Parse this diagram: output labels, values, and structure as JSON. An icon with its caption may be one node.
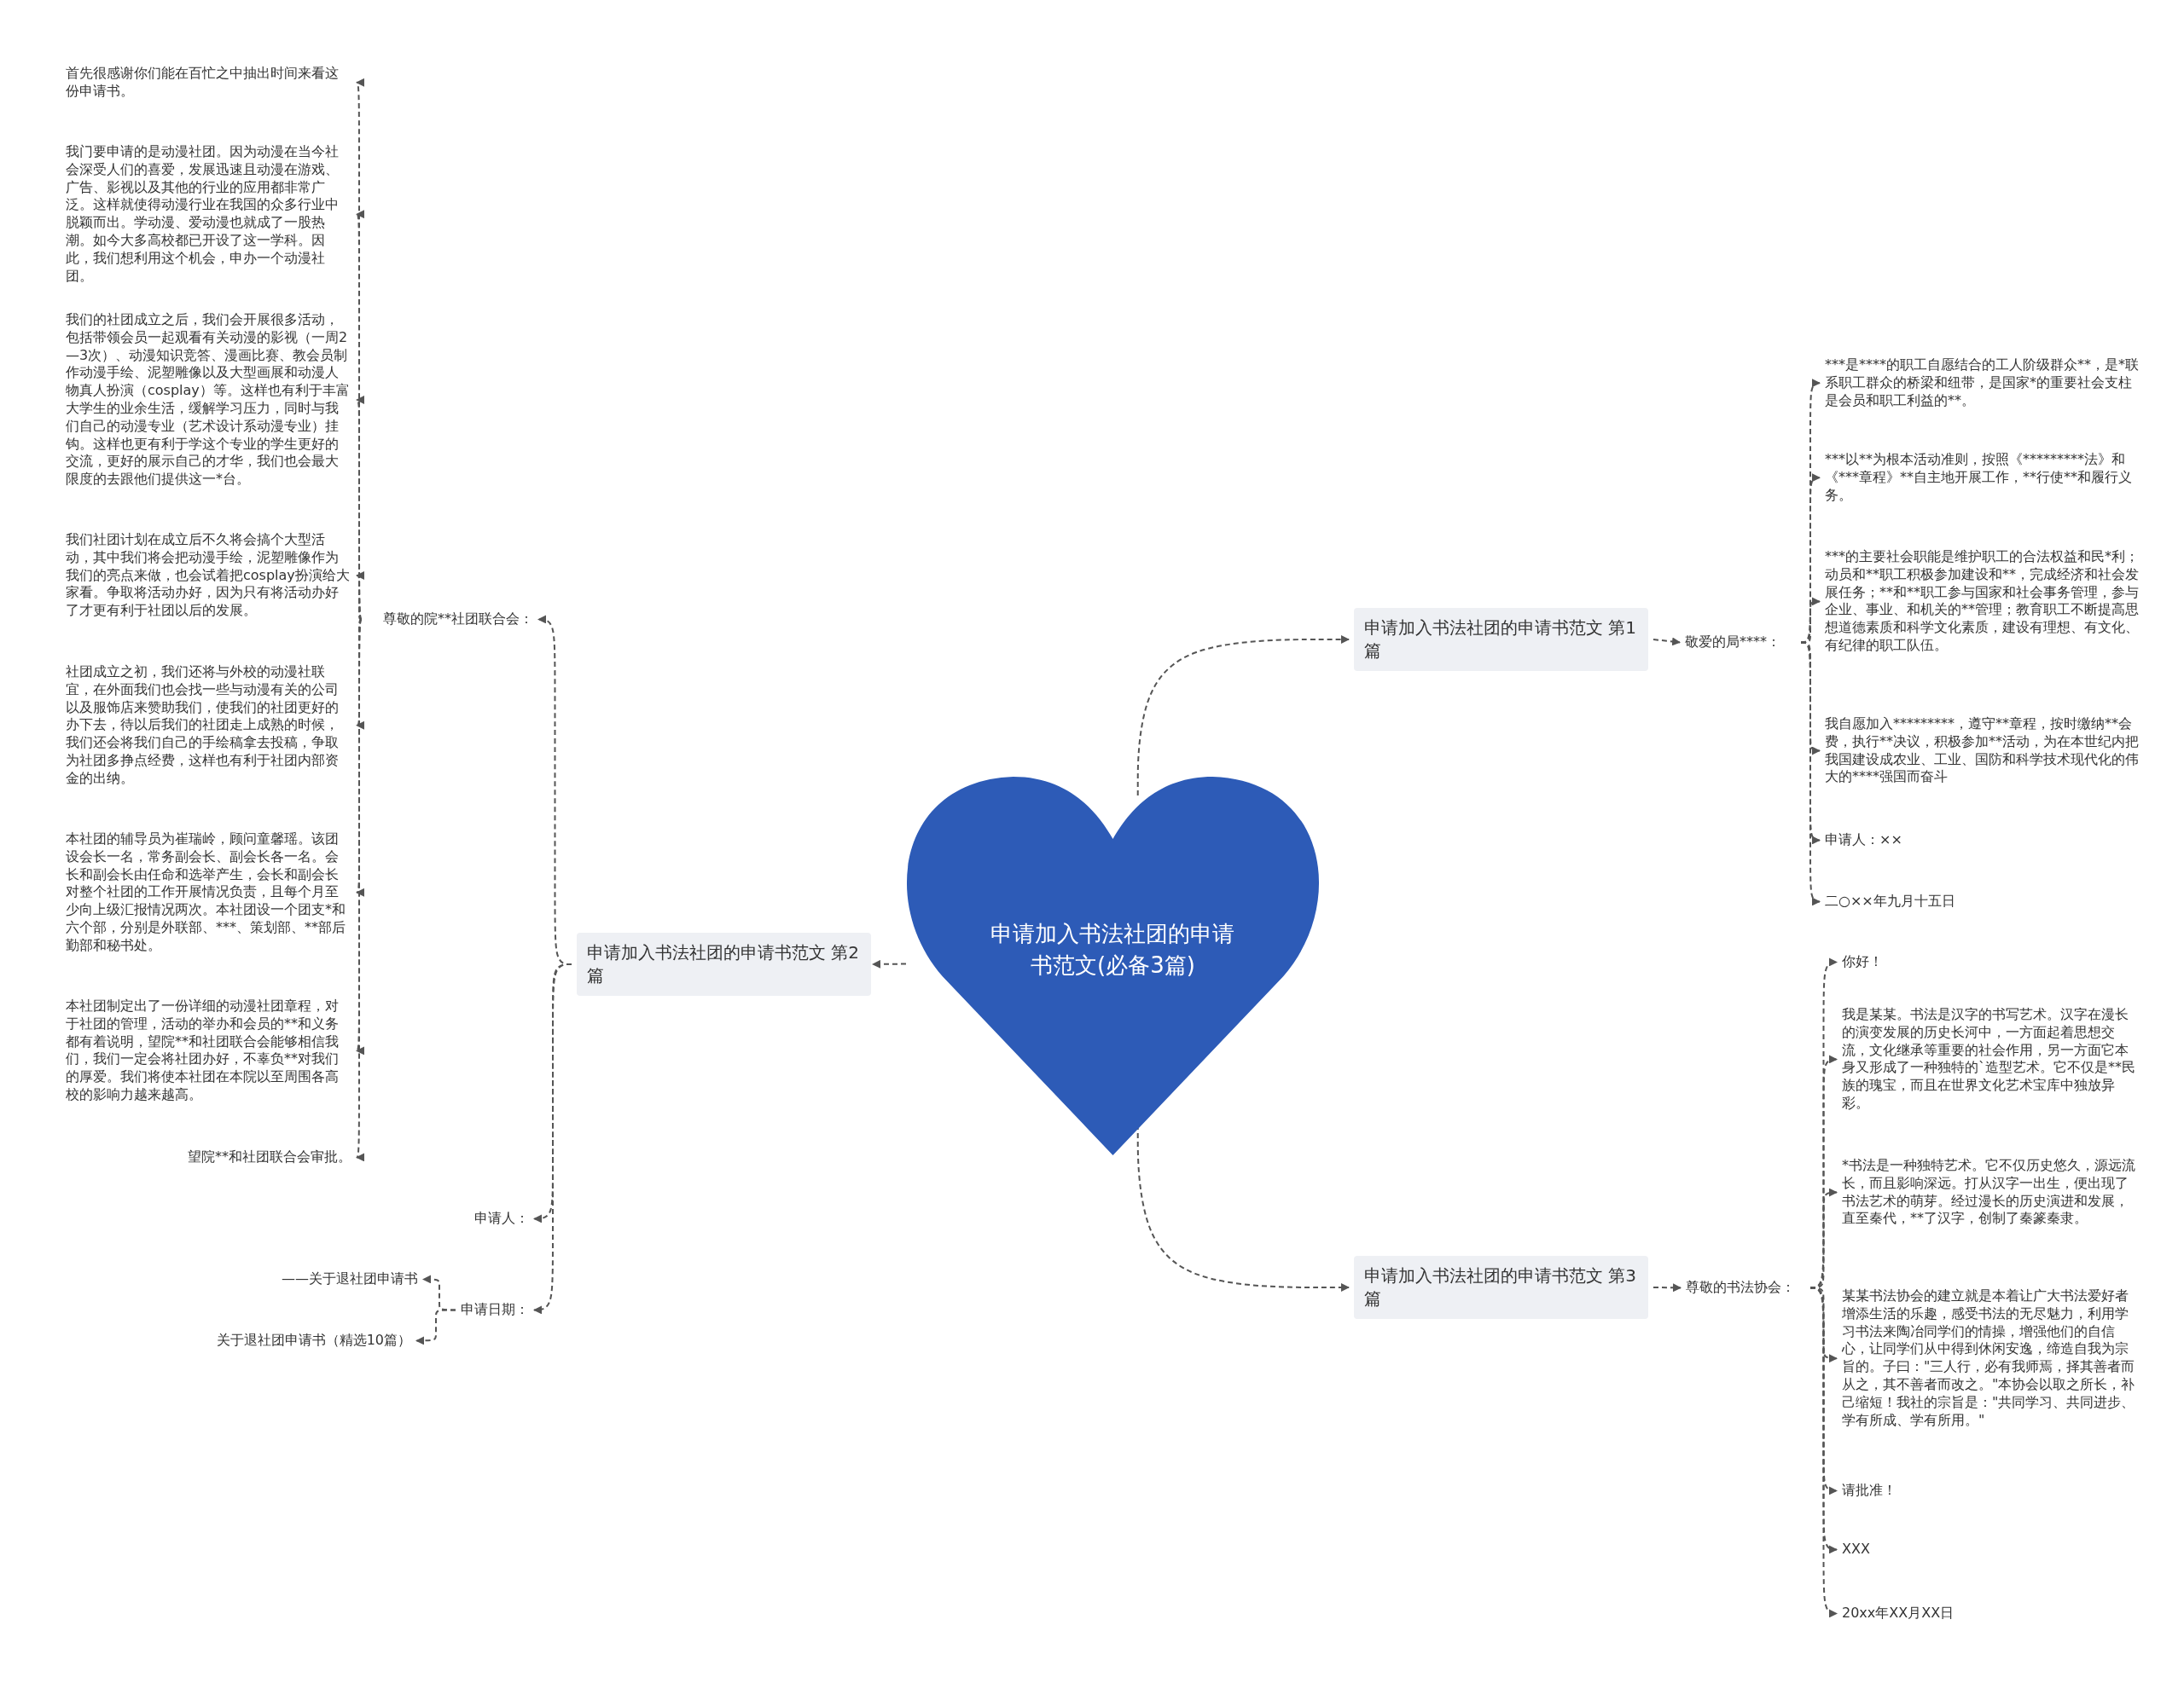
{
  "diagram": {
    "nodes": [
      {
        "text": [
          "申请加入书法社团的申请书范文(必备3篇)"
        ]
      },
      {
        "text": [
          "申请加入书法社团的申请书范文 第1篇"
        ]
      },
      {
        "text": [
          "敬爱的局****："
        ]
      },
      {
        "text": [
          "***是****的职工自愿结合的工人阶级群众**，是*联系职工群众的桥梁和纽带，是国家*的重要社会支柱是会员和职工利益的**。"
        ]
      },
      {
        "text": [
          "***以**为根本活动准则，按照《*********法》和《***章程》**自主地开展工作，**行使**和履行义务。"
        ]
      },
      {
        "text": [
          "***的主要社会职能是维护职工的合法权益和民*利；动员和**职工积极参加建设和**，完成经济和社会发展任务；**和**职工参与国家和社会事务管理，参与企业、事业、和机关的**管理；教育职工不断提高思想道德素质和科学文化素质，建设有理想、有文化、有纪律的职工队伍。"
        ]
      },
      {
        "text": [
          "我自愿加入*********，遵守**章程，按时缴纳**会费，执行**决议，积极参加**活动，为在本世纪内把我国建设成农业、工业、国防和科学技术现代化的伟大的****强国而奋斗"
        ]
      },
      {
        "text": [
          "申请人：××"
        ]
      },
      {
        "text": [
          "二○××年九月十五日"
        ]
      },
      {
        "text": [
          "申请加入书法社团的申请书范文 第2篇"
        ]
      },
      {
        "text": [
          "尊敬的院**社团联合会："
        ]
      },
      {
        "text": [
          "首先很感谢你们能在百忙之中抽出时间来看这份申请书。"
        ]
      },
      {
        "text": [
          "我门要申请的是动漫社团。因为动漫在当今社会深受人们的喜爱，发展迅速且动漫在游戏、广告、影视以及其他的行业的应用都非常广泛。这样就使得动漫行业在我国的众多行业中脱颖而出。学动漫、爱动漫也就成了一股热潮。如今大多高校都已开设了这一学科。因此，我们想利用这个机会，申办一个动漫社团。"
        ]
      },
      {
        "text": [
          "我们的社团成立之后，我们会开展很多活动，包括带领会员一起观看有关动漫的影视（一周2—3次）、动漫知识竞答、漫画比赛、教会员制作动漫手绘、泥塑雕像以及大型画展和动漫人物真人扮演（cosplay）等。这样也有利于丰富大学生的业余生活，缓解学习压力，同时与我们自己的动漫专业（艺术设计系动漫专业）挂钩。这样也更有利于学这个专业的学生更好的交流，更好的展示自己的才华，我们也会最大限度的去跟他们提供这一*台。"
        ]
      },
      {
        "text": [
          "我们社团计划在成立后不久将会搞个大型活动，其中我们将会把动漫手绘，泥塑雕像作为我们的亮点来做，也会试着把cosplay扮演给大家看。争取将活动办好，因为只有将活动办好了才更有利于社团以后的发展。"
        ]
      },
      {
        "text": [
          "社团成立之初，我们还将与外校的动漫社联宜，在外面我们也会找一些与动漫有关的公司以及服饰店来赞助我们，使我们的社团更好的办下去，待以后我们的社团走上成熟的时候，我们还会将我们自己的手绘稿拿去投稿，争取为社团多挣点经费，这样也有利于社团内部资金的出纳。"
        ]
      },
      {
        "text": [
          "本社团的辅导员为崔瑞岭，顾问童馨瑶。该团设会长一名，常务副会长、副会长各一名。会长和副会长由任命和选举产生，会长和副会长对整个社团的工作开展情况负责，且每个月至少向上级汇报情况两次。本社团设一个团支*和六个部，分别是外联部、***、策划部、**部后勤部和秘书处。"
        ]
      },
      {
        "text": [
          "本社团制定出了一份详细的动漫社团章程，对于社团的管理，活动的举办和会员的**和义务都有着说明，望院**和社团联合会能够相信我们，我们一定会将社团办好，不辜负**对我们的厚爱。我们将使本社团在本院以至周围各高校的影响力越来越高。"
        ]
      },
      {
        "text": [
          "望院**和社团联合会审批。"
        ]
      },
      {
        "text": [
          "申请人："
        ]
      },
      {
        "text": [
          "申请日期："
        ]
      },
      {
        "text": [
          "——关于退社团申请书"
        ]
      },
      {
        "text": [
          "关于退社团申请书（精选10篇）"
        ]
      },
      {
        "text": [
          "申请加入书法社团的申请书范文 第3篇"
        ]
      },
      {
        "text": [
          "尊敬的书法协会："
        ]
      },
      {
        "text": [
          "你好！"
        ]
      },
      {
        "text": [
          "我是某某。书法是汉字的书写艺术。汉字在漫长的演变发展的历史长河中，一方面起着思想交流，文化继承等重要的社会作用，另一方面它本身又形成了一种独特的`造型艺术。它不仅是**民族的瑰宝，而且在世界文化艺术宝库中独放异彩。"
        ]
      },
      {
        "text": [
          "*书法是一种独特艺术。它不仅历史悠久，源远流长，而且影响深远。打从汉字一出生，便出现了书法艺术的萌芽。经过漫长的历史演进和发展，直至秦代，**了汉字，创制了秦篆秦隶。"
        ]
      },
      {
        "text": [
          "某某书法协会的建立就是本着让广大书法爱好者增添生活的乐趣，感受书法的无尽魅力，利用学习书法来陶冶同学们的情操，增强他们的自信心，让同学们从中得到休闲安逸，缔造自我为宗旨的。子曰：\"三人行，必有我师焉，择其善者而从之，其不善者而改之。\"本协会以取之所长，补己缩短！我社的宗旨是：\"共同学习、共同进步、学有所成、学有所用。\""
        ]
      },
      {
        "text": [
          "请批准！"
        ]
      },
      {
        "text": [
          "XXX"
        ]
      },
      {
        "text": [
          "20xx年XX月XX日"
        ]
      }
    ],
    "edges": [
      {
        "from": 0,
        "to": 1,
        "arrow": "to",
        "style": "dashed"
      },
      {
        "from": 1,
        "to": 2,
        "arrow": "to",
        "style": "dashed"
      },
      {
        "from": 2,
        "to": 3,
        "arrow": "to",
        "style": "dashed"
      },
      {
        "from": 2,
        "to": 4,
        "arrow": "to",
        "style": "dashed"
      },
      {
        "from": 2,
        "to": 5,
        "arrow": "to",
        "style": "dashed"
      },
      {
        "from": 2,
        "to": 6,
        "arrow": "to",
        "style": "dashed"
      },
      {
        "from": 2,
        "to": 7,
        "arrow": "to",
        "style": "dashed"
      },
      {
        "from": 2,
        "to": 8,
        "arrow": "to",
        "style": "dashed"
      },
      {
        "from": 0,
        "to": 9,
        "arrow": "to",
        "style": "dashed"
      },
      {
        "from": 9,
        "to": 10,
        "arrow": "to",
        "style": "dashed"
      },
      {
        "from": 10,
        "to": 11,
        "arrow": "to",
        "style": "dashed"
      },
      {
        "from": 10,
        "to": 12,
        "arrow": "to",
        "style": "dashed"
      },
      {
        "from": 10,
        "to": 13,
        "arrow": "to",
        "style": "dashed"
      },
      {
        "from": 10,
        "to": 14,
        "arrow": "to",
        "style": "dashed"
      },
      {
        "from": 10,
        "to": 15,
        "arrow": "to",
        "style": "dashed"
      },
      {
        "from": 10,
        "to": 16,
        "arrow": "to",
        "style": "dashed"
      },
      {
        "from": 10,
        "to": 17,
        "arrow": "to",
        "style": "dashed"
      },
      {
        "from": 10,
        "to": 18,
        "arrow": "to",
        "style": "dashed"
      },
      {
        "from": 9,
        "to": 19,
        "arrow": "to",
        "style": "dashed"
      },
      {
        "from": 9,
        "to": 20,
        "arrow": "to",
        "style": "dashed"
      },
      {
        "from": 20,
        "to": 21,
        "arrow": "to",
        "style": "dashed"
      },
      {
        "from": 20,
        "to": 22,
        "arrow": "to",
        "style": "dashed"
      },
      {
        "from": 0,
        "to": 23,
        "arrow": "to",
        "style": "dashed"
      },
      {
        "from": 23,
        "to": 24,
        "arrow": "to",
        "style": "dashed"
      },
      {
        "from": 24,
        "to": 25,
        "arrow": "to",
        "style": "dashed"
      },
      {
        "from": 24,
        "to": 26,
        "arrow": "to",
        "style": "dashed"
      },
      {
        "from": 24,
        "to": 27,
        "arrow": "to",
        "style": "dashed"
      },
      {
        "from": 24,
        "to": 28,
        "arrow": "to",
        "style": "dashed"
      },
      {
        "from": 24,
        "to": 29,
        "arrow": "to",
        "style": "dashed"
      },
      {
        "from": 24,
        "to": 30,
        "arrow": "to",
        "style": "dashed"
      },
      {
        "from": 24,
        "to": 31,
        "arrow": "to",
        "style": "dashed"
      }
    ]
  }
}
